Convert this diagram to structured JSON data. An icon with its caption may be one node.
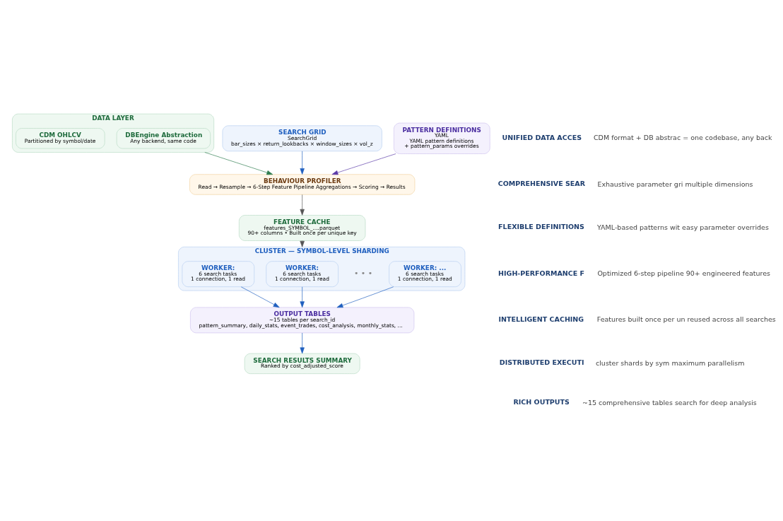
{
  "diagram": {
    "nodes": [
      {
        "text": [
          "DATA LAYER"
        ]
      },
      {
        "text": [
          "CDM OHLCV",
          "Partitioned by symbol/date"
        ],
        "in": 0
      },
      {
        "text": [
          "DBEngine Abstraction",
          "Any backend, same code"
        ],
        "in": 0
      },
      {
        "text": [
          "SEARCH GRID",
          "SearchGrid",
          "bar_sizes × return_lookbacks × window_sizes × vol_z"
        ]
      },
      {
        "text": [
          "PATTERN DEFINITIONS",
          "YAML",
          "YAML pattern definitions",
          "+ pattern_params overrides"
        ]
      },
      {
        "text": [
          "BEHAVIOUR PROFILER",
          "Read → Resample → 6-Step Feature Pipeline Aggregations → Scoring → Results"
        ]
      },
      {
        "text": [
          "FEATURE CACHE",
          "features_SYMBOL_....parquet",
          "90+ columns • Built once per unique key"
        ]
      },
      {
        "text": [
          "CLUSTER — SYMBOL-LEVEL SHARDING"
        ]
      },
      {
        "text": [
          "WORKER:",
          "6 search tasks",
          "1 connection, 1 read"
        ],
        "in": 7
      },
      {
        "text": [
          "WORKER:",
          "6 search tasks",
          "1 connection, 1 read"
        ],
        "in": 7
      },
      {
        "text": [
          "WORKER: ...",
          "6 search tasks",
          "1 connection, 1 read"
        ],
        "in": 7
      },
      {
        "text": [
          "OUTPUT TABLES",
          "~15 tables per search_id",
          "pattern_summary, daily_stats, event_trades, cost_analysis, monthly_stats, ..."
        ]
      },
      {
        "text": [
          "SEARCH RESULTS SUMMARY",
          "Ranked by cost_adjusted_score"
        ]
      }
    ],
    "edges": [
      {
        "from": 0,
        "to": 5,
        "arrow": "to",
        "color": "#2e7d4f"
      },
      {
        "from": 3,
        "to": 5,
        "arrow": "to"
      },
      {
        "from": 4,
        "to": 5,
        "arrow": "to",
        "color": "#5b3aa8"
      },
      {
        "from": 5,
        "to": 6,
        "arrow": "to",
        "color": "#555555"
      },
      {
        "from": 6,
        "to": 7,
        "arrow": "to",
        "color": "#555555"
      },
      {
        "from": 8,
        "to": 11,
        "arrow": "to"
      },
      {
        "from": 9,
        "to": 11,
        "arrow": "to"
      },
      {
        "from": 10,
        "to": 11,
        "arrow": "to"
      },
      {
        "from": 11,
        "to": 12,
        "arrow": "to"
      }
    ],
    "labels": [
      "• • •",
      "UNIFIED DATA ACCES",
      "CDM format + DB abstrac = one codebase, any back",
      "COMPREHENSIVE SEAR",
      "Exhaustive parameter gri multiple dimensions",
      "FLEXIBLE DEFINITIONS",
      "YAML-based patterns wit easy parameter overrides",
      "HIGH-PERFORMANCE F",
      "Optimized 6-step pipeline 90+ engineered features",
      "INTELLIGENT CACHING",
      "Features built once per un reused across all searches",
      "DISTRIBUTED EXECUTI",
      "cluster shards by sym maximum parallelism",
      "RICH OUTPUTS",
      "~15 comprehensive tables search for deep analysis"
    ]
  }
}
